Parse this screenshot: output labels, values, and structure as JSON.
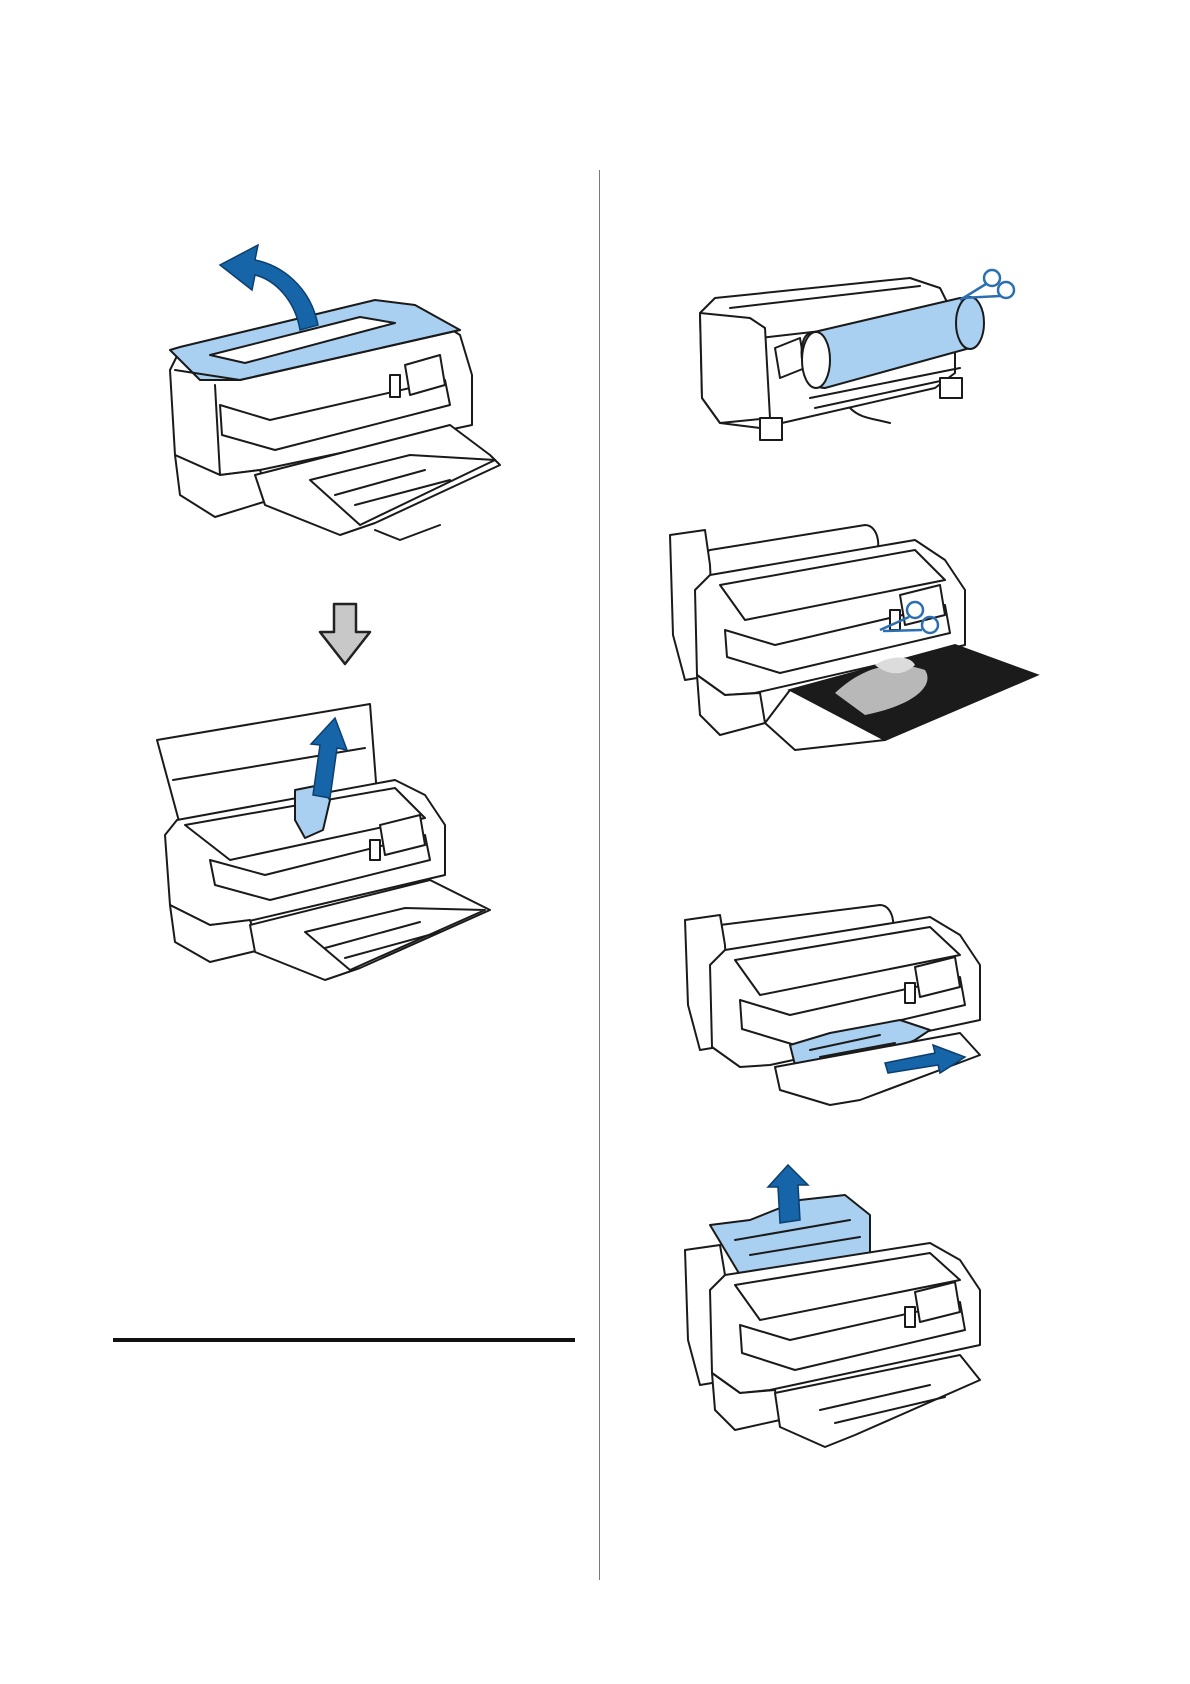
{
  "page": {
    "illustrations": [
      {
        "id": "open-printer-cover",
        "icon": "printer-cover-open-illustration"
      },
      {
        "id": "down-step-arrow",
        "icon": "down-arrow-icon"
      },
      {
        "id": "remove-jammed-paper-top",
        "icon": "printer-remove-paper-illustration"
      },
      {
        "id": "cut-roll-paper-rear",
        "icon": "roll-paper-scissors-illustration"
      },
      {
        "id": "cut-printed-paper-front",
        "icon": "printer-scissors-illustration"
      },
      {
        "id": "pull-paper-front",
        "icon": "printer-pull-paper-front-illustration"
      },
      {
        "id": "pull-paper-top",
        "icon": "printer-pull-paper-top-illustration"
      }
    ],
    "colors": {
      "highlight": "#a9d0f0",
      "arrow": "#1565a8",
      "step_arrow": "#c8c8c8",
      "line": "#1a1a1a"
    }
  }
}
